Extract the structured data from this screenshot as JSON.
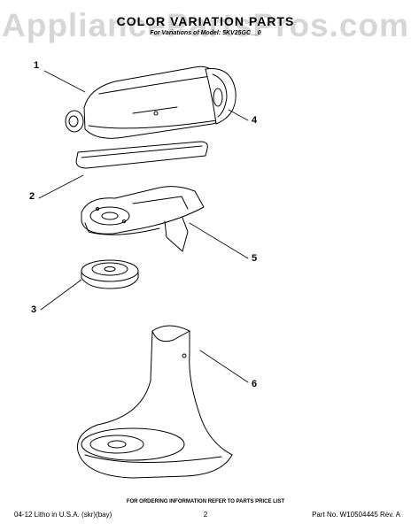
{
  "watermark": "AppliancePartsPros.com",
  "header": {
    "title": "COLOR VARIATION PARTS",
    "subtitle": "For Variations of Model: 5KV25GC__0"
  },
  "callouts": [
    "1",
    "2",
    "3",
    "4",
    "5",
    "6"
  ],
  "footer": {
    "note": "FOR ORDERING INFORMATION REFER TO PARTS PRICE LIST",
    "left": "04-12 Litho in U.S.A. (skr)(bay)",
    "page": "2",
    "part_no": "Part No. W10504445 Rev. A"
  }
}
